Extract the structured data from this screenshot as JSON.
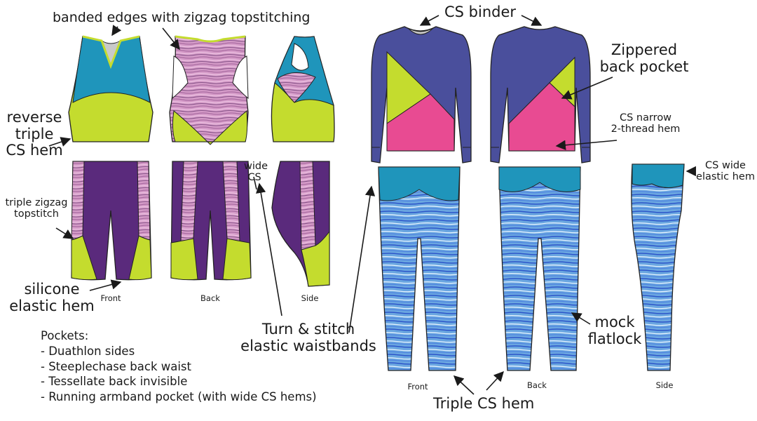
{
  "colors": {
    "navy": "#4a4f9c",
    "lime": "#c4dc2e",
    "teal": "#1f95bb",
    "pink": "#e84b92",
    "purple": "#5a2a7c",
    "heather_pink": "#d59bc8",
    "heather_blue": "#6aa6e0",
    "outline": "#222222"
  },
  "labels": {
    "banded_edges": "banded edges with zigzag topstitching",
    "reverse_triple_1": "reverse",
    "reverse_triple_2": "triple",
    "reverse_triple_3": "CS hem",
    "triple_zigzag_1": "triple zigzag",
    "triple_zigzag_2": "topstitch",
    "silicone_1": "silicone",
    "silicone_2": "elastic hem",
    "wide_cs_1": "wide",
    "wide_cs_2": "CS",
    "turn_stitch_1": "Turn & stitch",
    "turn_stitch_2": "elastic waistbands",
    "cs_binder": "CS binder",
    "zippered_1": "Zippered",
    "zippered_2": "back pocket",
    "cs_narrow_1": "CS narrow",
    "cs_narrow_2": "2-thread hem",
    "cs_wide_1": "CS wide",
    "cs_wide_2": "elastic hem",
    "mock_1": "mock",
    "mock_2": "flatlock",
    "triple_cs_hem": "Triple CS hem"
  },
  "views": {
    "shorts_front": "Front",
    "shorts_back": "Back",
    "shorts_side": "Side",
    "tights_front": "Front",
    "tights_back": "Back",
    "tights_side": "Side"
  },
  "pockets": {
    "title": "Pockets:",
    "items": [
      "- Duathlon sides",
      "- Steeplechase back waist",
      "- Tessellate back invisible",
      "- Running armband pocket (with wide CS hems)"
    ]
  }
}
